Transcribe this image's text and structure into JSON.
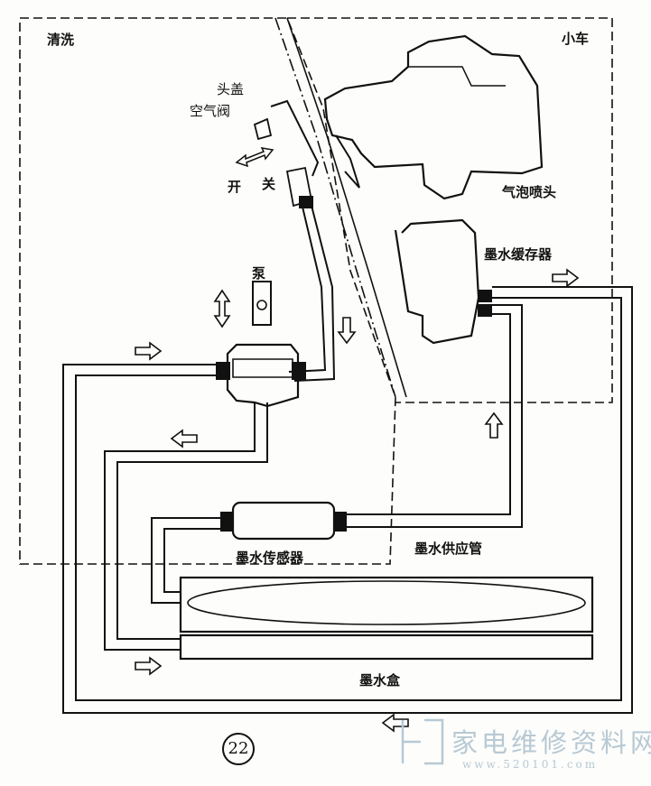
{
  "labels": {
    "cleaning": "清洗",
    "carriage": "小车",
    "head_cover": "头盖",
    "air_valve": "空气阀",
    "switch_open": "开",
    "switch_close": "关",
    "pump": "泵",
    "bubble_nozzle": "气泡喷头",
    "ink_buffer": "墨水缓存器",
    "ink_sensor": "墨水传感器",
    "ink_supply_tube": "墨水供应管",
    "ink_cartridge": "墨水盒"
  },
  "figure_number": "22",
  "watermark": {
    "site_name": "家电维修资料网",
    "site_url": "www.520101.com"
  },
  "colors": {
    "line": "#111111",
    "paper": "#fdfdfb",
    "watermark": "#b7c9d4"
  }
}
